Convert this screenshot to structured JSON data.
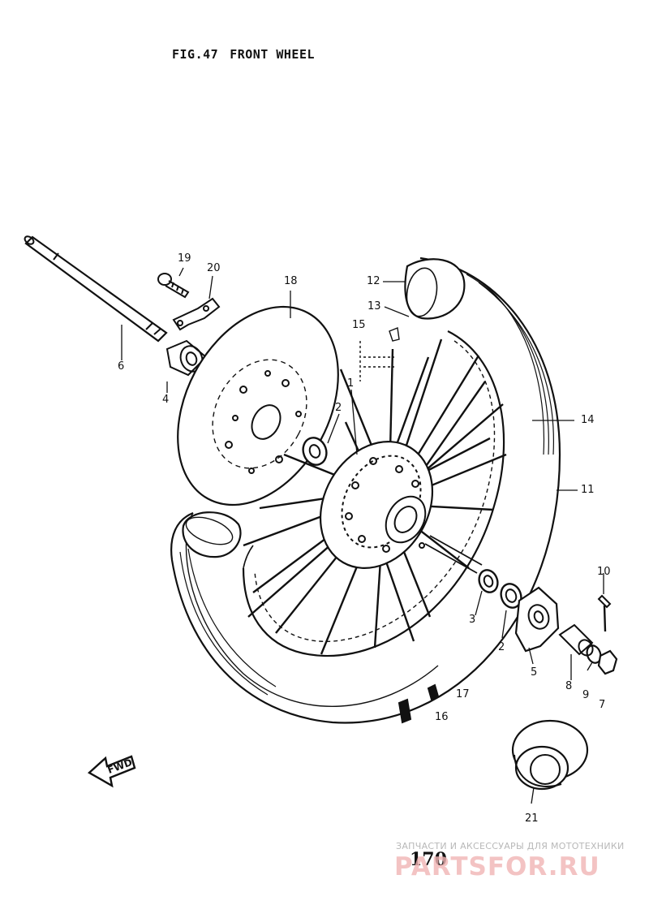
{
  "title": {
    "fig": "FIG.47",
    "name": "FRONT WHEEL"
  },
  "labels": {
    "l19": "19",
    "l20": "20",
    "l18": "18",
    "l12": "12",
    "l13": "13",
    "l15": "15",
    "l6": "6",
    "l4": "4",
    "l2a": "2",
    "l1": "1",
    "l14": "14",
    "l11": "11",
    "l10": "10",
    "l3": "3",
    "l2b": "2",
    "l5": "5",
    "l8": "8",
    "l9": "9",
    "l7": "7",
    "l17": "17",
    "l16": "16",
    "l21": "21"
  },
  "fwd": "FWD",
  "page_number": "170",
  "watermark": {
    "top": "ЗАПЧАСТИ И АКСЕССУАРЫ ДЛЯ МОТОТЕХНИКИ",
    "logo": "PARTSFOR.RU"
  }
}
